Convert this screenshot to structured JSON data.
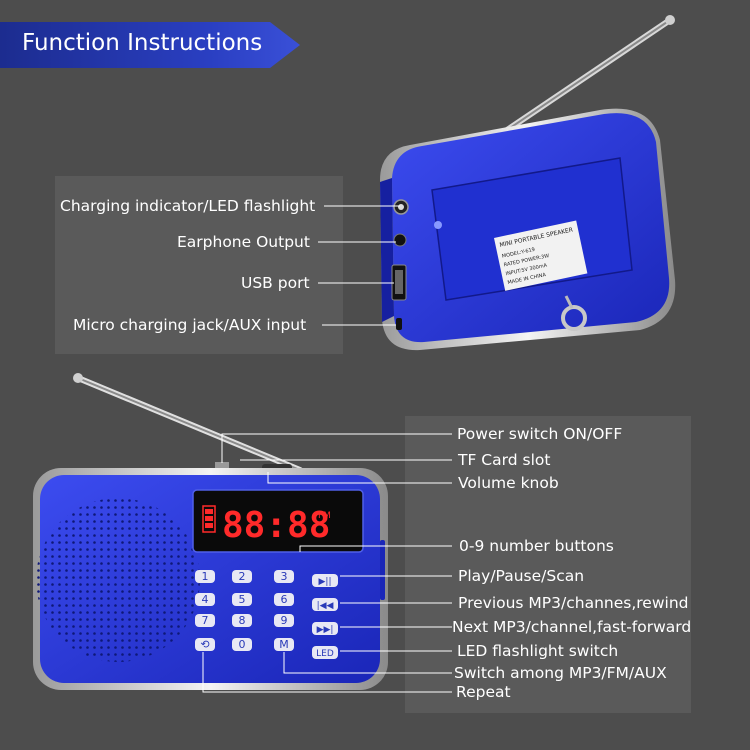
{
  "header": {
    "title": "Function Instructions"
  },
  "top_callouts": [
    "Charging indicator/LED flashlight",
    "Earphone Output",
    "USB port",
    "Micro charging jack/AUX input"
  ],
  "bottom_callouts": [
    "Power switch ON/OFF",
    "TF Card slot",
    "Volume knob",
    "0-9 number buttons",
    "Play/Pause/Scan",
    "Previous MP3/channes,rewind",
    "Next MP3/channel,fast-forward",
    "LED flashlight switch",
    "Switch among MP3/FM/AUX",
    "Repeat"
  ],
  "back_label": {
    "line1": "MINI PORTABLE SPEAKER",
    "line2": "MODEL:Y-619",
    "line3": "RATED POWER:3W",
    "line4": "INPUT:5V 300mA",
    "line5": "MADE IN CHINA"
  },
  "display": {
    "digits": "88:88",
    "unit": "FM"
  },
  "keypad": [
    "1",
    "2",
    "3",
    "4",
    "5",
    "6",
    "7",
    "8",
    "9",
    "0"
  ],
  "func_keys": {
    "led": "LED",
    "mode": "M"
  },
  "colors": {
    "body": "#1f2fd6",
    "banner": "#2a3fc2",
    "background": "#4d4d4d",
    "display_red": "#ff2a2a"
  }
}
